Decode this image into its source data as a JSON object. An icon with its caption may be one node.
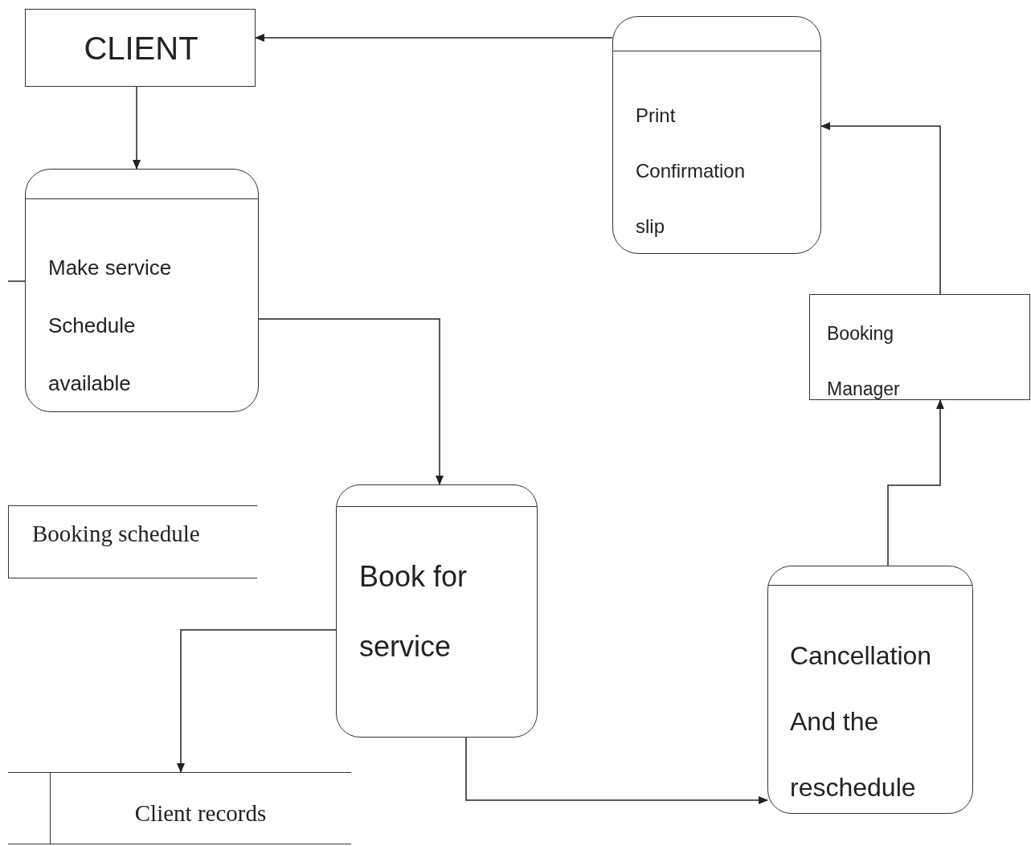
{
  "diagram": {
    "nodes": [
      {
        "text": [
          "CLIENT"
        ]
      },
      {
        "text": [
          "Print Confirmation slip"
        ]
      },
      {
        "text": [
          "Make service Schedule available"
        ]
      },
      {
        "text": [
          "Booking schedule"
        ]
      },
      {
        "text": [
          "Book for service"
        ]
      },
      {
        "text": [
          "Booking Manager"
        ]
      },
      {
        "text": [
          "Cancellation And the reschedule"
        ]
      },
      {
        "text": [
          "Client records"
        ]
      }
    ],
    "edges": [
      {
        "from": 1,
        "to": 0,
        "arrow": "to"
      },
      {
        "from": 0,
        "to": 2,
        "arrow": "to"
      },
      {
        "from": 2,
        "to": 4,
        "arrow": "to"
      },
      {
        "from": 4,
        "to": 7,
        "arrow": "to"
      },
      {
        "from": 4,
        "to": 6,
        "arrow": "to"
      },
      {
        "from": 6,
        "to": 5,
        "arrow": "to"
      },
      {
        "from": 5,
        "to": 1,
        "arrow": "to"
      },
      {
        "from": null,
        "to": 2,
        "arrow": "none"
      }
    ]
  }
}
